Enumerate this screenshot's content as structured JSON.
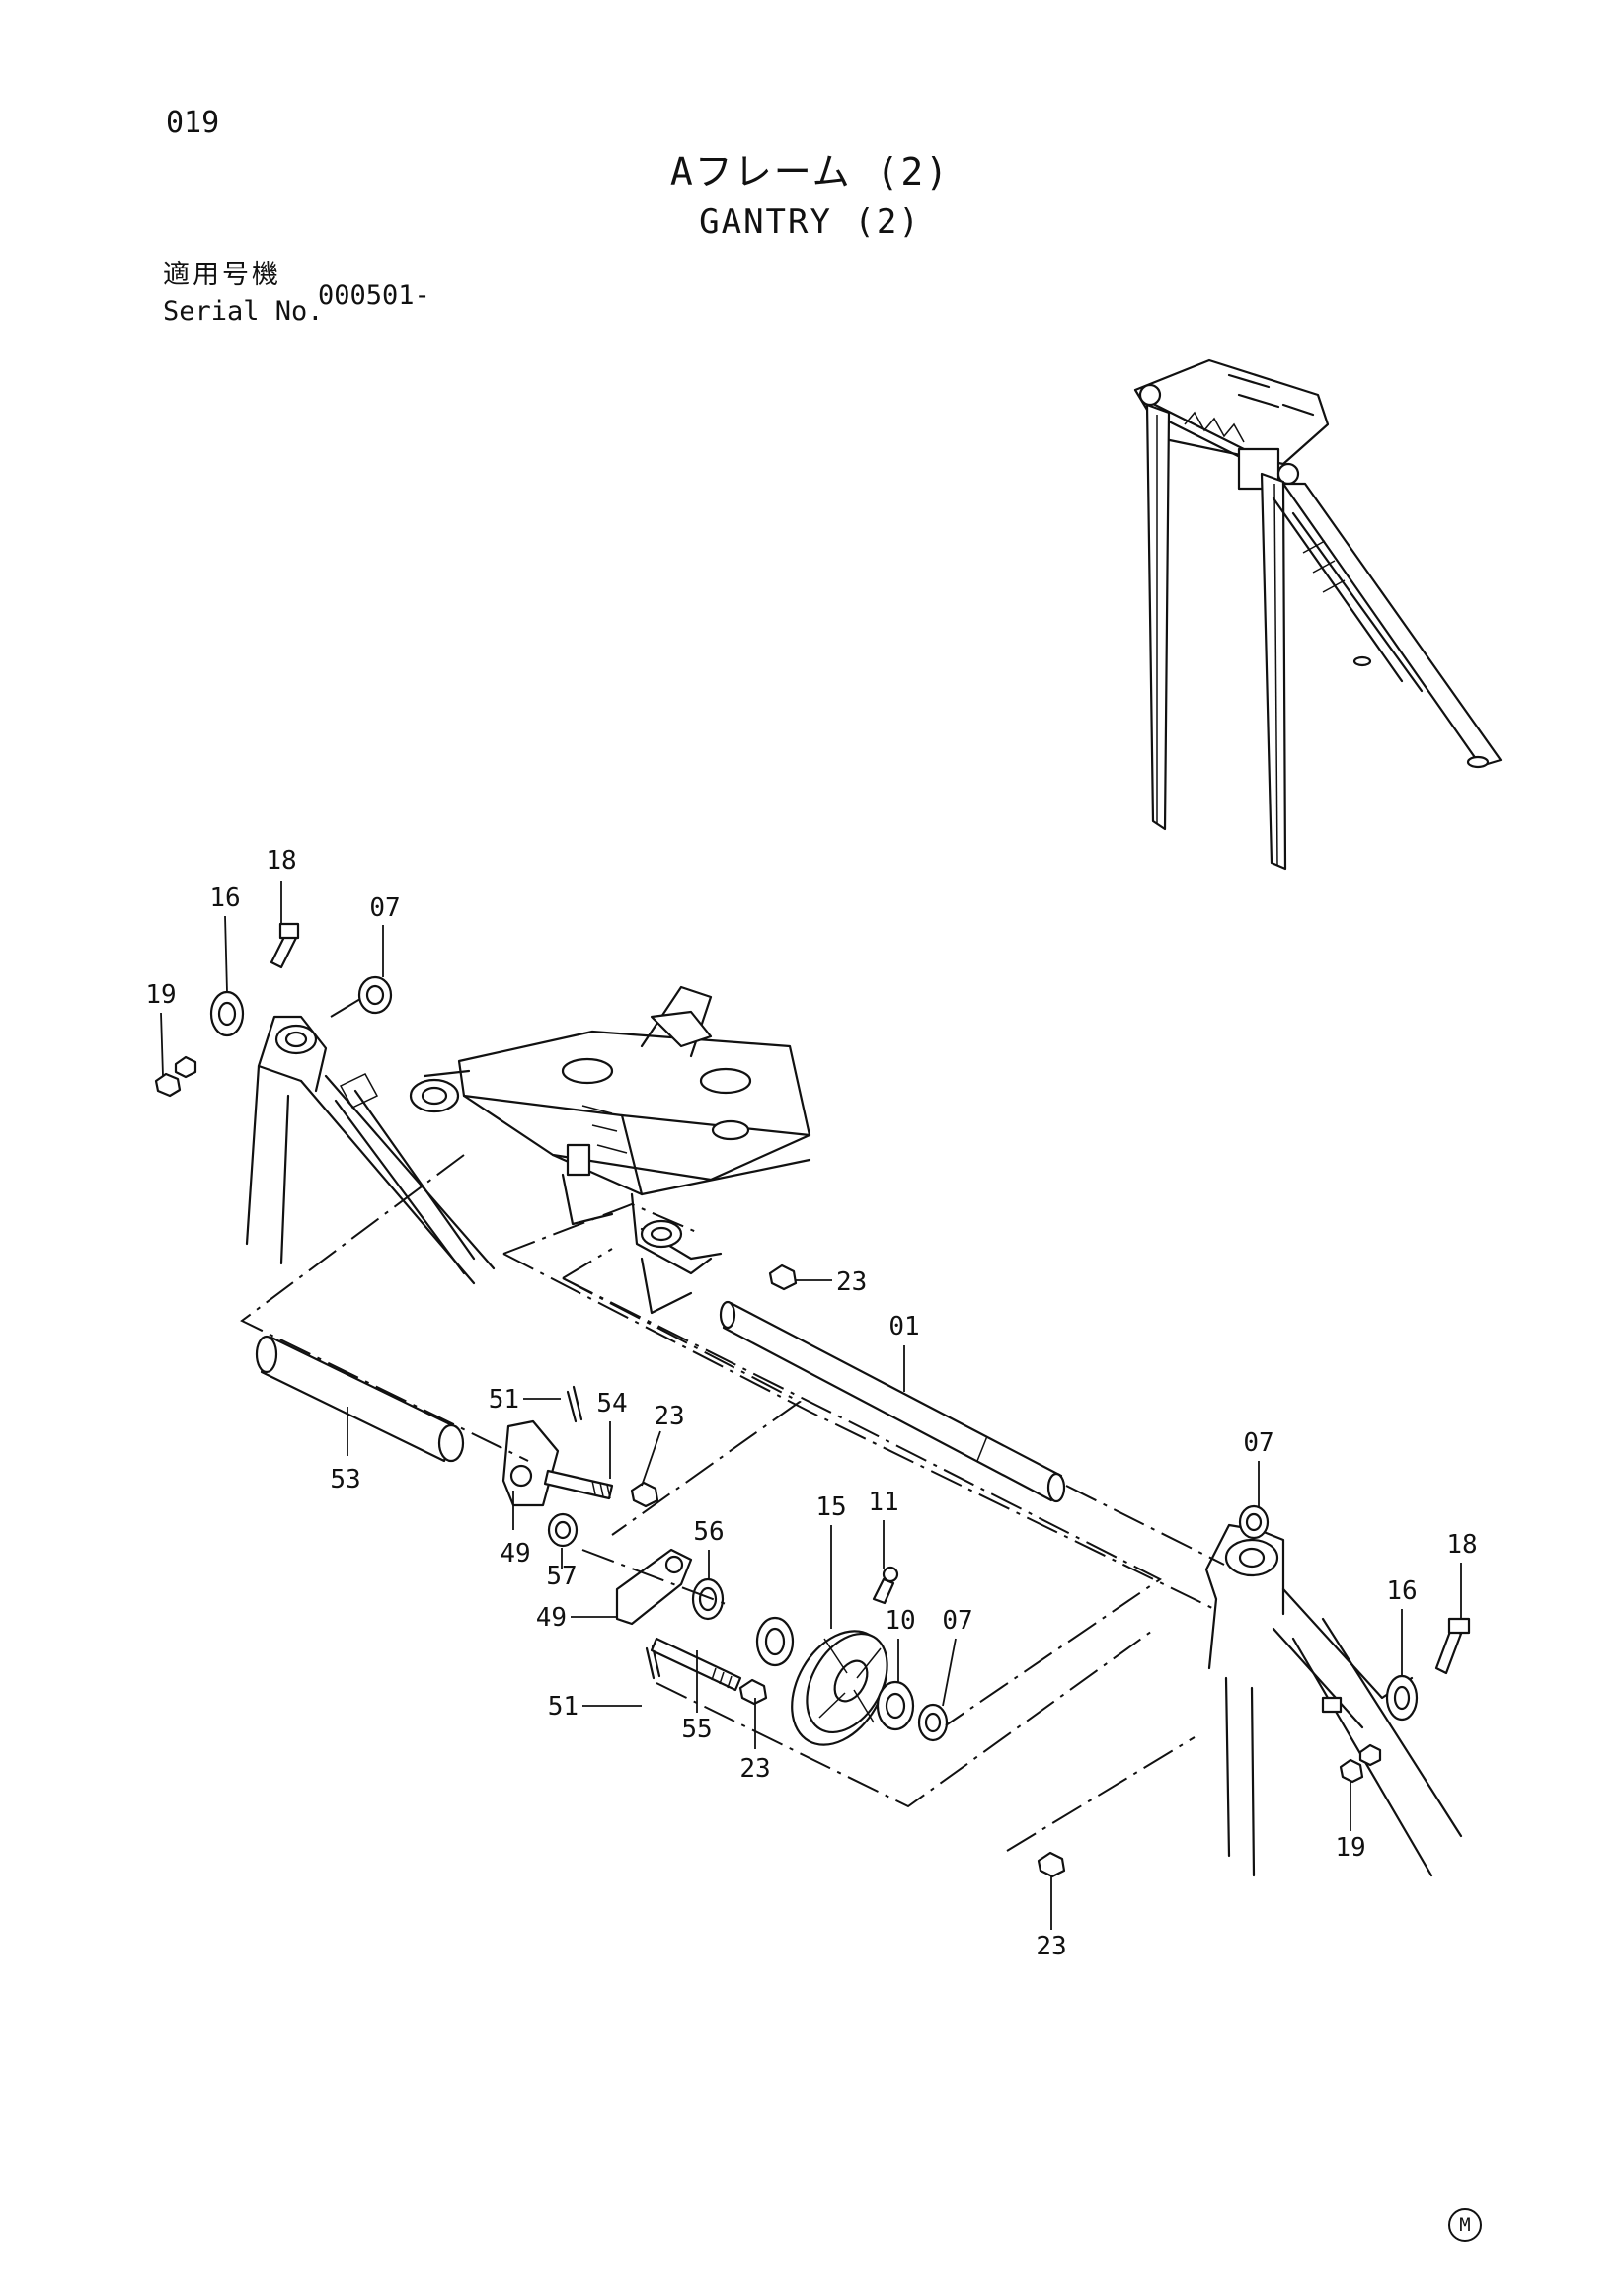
{
  "page_number": "019",
  "title_jp": "Aフレーム (2)",
  "title_en": "GANTRY (2)",
  "serial": {
    "label_jp": "適用号機",
    "label_en": "Serial No.",
    "value": "000501-"
  },
  "parts": [
    {
      "id": "p18a",
      "label": "18"
    },
    {
      "id": "p16a",
      "label": "16"
    },
    {
      "id": "p07a",
      "label": "07"
    },
    {
      "id": "p19a",
      "label": "19"
    },
    {
      "id": "p23a",
      "label": "23"
    },
    {
      "id": "p01",
      "label": "01"
    },
    {
      "id": "p51a",
      "label": "51"
    },
    {
      "id": "p54",
      "label": "54"
    },
    {
      "id": "p23b",
      "label": "23"
    },
    {
      "id": "p53",
      "label": "53"
    },
    {
      "id": "p49a",
      "label": "49"
    },
    {
      "id": "p57",
      "label": "57"
    },
    {
      "id": "p56",
      "label": "56"
    },
    {
      "id": "p15",
      "label": "15"
    },
    {
      "id": "p11",
      "label": "11"
    },
    {
      "id": "p49b",
      "label": "49"
    },
    {
      "id": "p10",
      "label": "10"
    },
    {
      "id": "p07b",
      "label": "07"
    },
    {
      "id": "p51b",
      "label": "51"
    },
    {
      "id": "p55",
      "label": "55"
    },
    {
      "id": "p23c",
      "label": "23"
    },
    {
      "id": "p07c",
      "label": "07"
    },
    {
      "id": "p18b",
      "label": "18"
    },
    {
      "id": "p16b",
      "label": "16"
    },
    {
      "id": "p19b",
      "label": "19"
    },
    {
      "id": "p23d",
      "label": "23"
    }
  ],
  "mark": "M"
}
